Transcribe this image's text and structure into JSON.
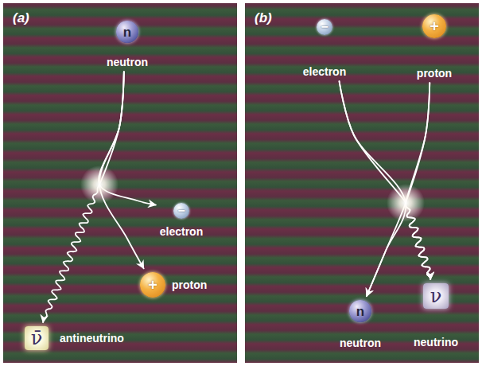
{
  "diagram": {
    "nodes": [
      {
        "text": [
          "(a)"
        ]
      },
      {
        "text": [
          "n",
          "neutron"
        ],
        "in": 0
      },
      {
        "text": [
          "−",
          "electron"
        ],
        "in": 0
      },
      {
        "text": [
          "+",
          "proton"
        ],
        "in": 0
      },
      {
        "text": [
          "ν̄",
          "antineutrino"
        ],
        "in": 0
      },
      {
        "text": [
          "(b)"
        ]
      },
      {
        "text": [
          "−",
          "electron"
        ],
        "in": 5
      },
      {
        "text": [
          "+",
          "proton"
        ],
        "in": 5
      },
      {
        "text": [
          "n",
          "neutron"
        ],
        "in": 5
      },
      {
        "text": [
          "ν",
          "neutrino"
        ],
        "in": 5
      }
    ],
    "edges": [
      {
        "from": 1,
        "to": 2,
        "arrow": "to"
      },
      {
        "from": 1,
        "to": 3,
        "arrow": "to"
      },
      {
        "from": 1,
        "to": 4,
        "arrow": "to"
      },
      {
        "from": 6,
        "to": 8,
        "arrow": "to"
      },
      {
        "from": 6,
        "to": 9,
        "arrow": "to"
      },
      {
        "from": 7,
        "to": 8,
        "arrow": "to"
      },
      {
        "from": 7,
        "to": 9,
        "arrow": "to"
      }
    ]
  }
}
